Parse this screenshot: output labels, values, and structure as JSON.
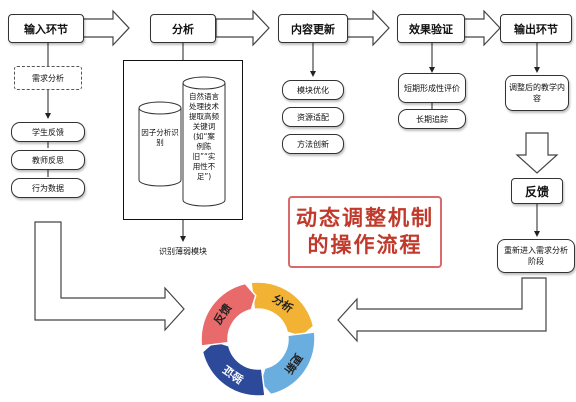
{
  "stages": {
    "input": "输入环节",
    "analysis": "分析",
    "update": "内容更新",
    "verify": "效果验证",
    "output": "输出环节"
  },
  "input_col": {
    "demand": "需求分析",
    "items": [
      "学生反馈",
      "教师反思",
      "行为数据"
    ]
  },
  "analysis_col": {
    "factor": "因子分析识别",
    "nlp_lines": [
      "自然语言",
      "处理技术",
      "提取高频",
      "关键词",
      "(如“案",
      "例陈",
      "旧”“实",
      "用性不",
      "足”)"
    ],
    "weak": "识别薄弱模块"
  },
  "update_col": [
    "模块优化",
    "资源适配",
    "方法创新"
  ],
  "verify_col": {
    "short": "短期形成性评价",
    "long": "长期追踪"
  },
  "output_col": {
    "adjusted": "调整后的教学内容",
    "feedback": "反馈",
    "reenter": "重新进入需求分析阶段"
  },
  "title": {
    "line1": "动态调整机制",
    "line2": "的操作流程"
  },
  "cycle": [
    "分析",
    "更新",
    "验证",
    "反馈"
  ],
  "colors": {
    "analysis": "#f2b233",
    "update": "#6aaee0",
    "verify": "#2d4a9a",
    "feedback": "#e86a6a"
  }
}
